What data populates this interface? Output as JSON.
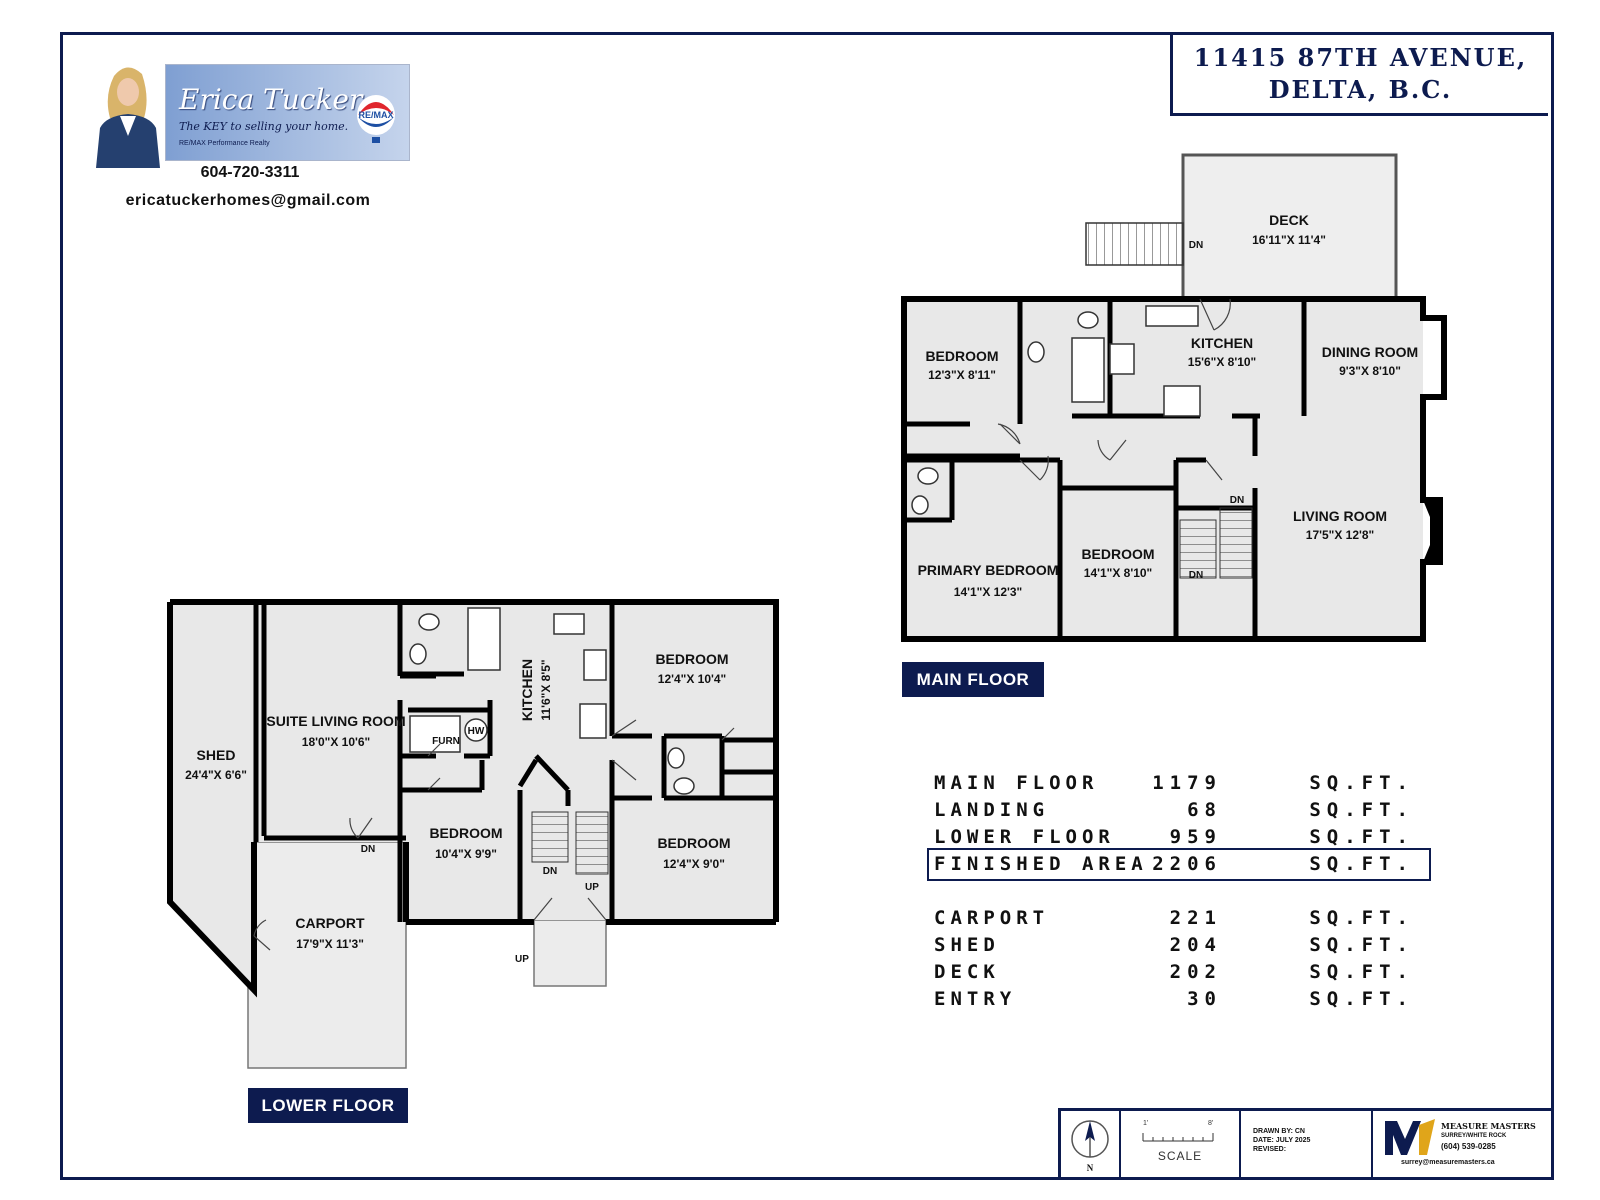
{
  "property": {
    "address_line1": "11415 87TH AVENUE,",
    "address_line2": "DELTA, B.C."
  },
  "agent": {
    "name": "Erica Tucker",
    "tagline": "The KEY to selling your home.",
    "brokerage": "RE/MAX Performance Realty",
    "logo_text": "RE/MAX",
    "phone": "604-720-3311",
    "email": "ericatuckerhomes@gmail.com"
  },
  "main_floor": {
    "label": "MAIN FLOOR",
    "rooms": [
      {
        "name": "DECK",
        "dims": "16'11\"X 11'4\""
      },
      {
        "name": "BEDROOM",
        "dims": "12'3\"X 8'11\""
      },
      {
        "name": "KITCHEN",
        "dims": "15'6\"X 8'10\""
      },
      {
        "name": "DINING ROOM",
        "dims": "9'3\"X 8'10\""
      },
      {
        "name": "LIVING ROOM",
        "dims": "17'5\"X 12'8\""
      },
      {
        "name": "PRIMARY BEDROOM",
        "dims": "14'1\"X 12'3\""
      },
      {
        "name": "BEDROOM",
        "dims": "14'1\"X 8'10\""
      }
    ],
    "markers": [
      "DN",
      "DN",
      "DN"
    ]
  },
  "lower_floor": {
    "label": "LOWER FLOOR",
    "rooms": [
      {
        "name": "SHED",
        "dims": "24'4\"X 6'6\""
      },
      {
        "name": "SUITE LIVING ROOM",
        "dims": "18'0\"X 10'6\""
      },
      {
        "name": "KITCHEN",
        "dims": "11'6\"X 8'5\""
      },
      {
        "name": "BEDROOM",
        "dims": "12'4\"X 10'4\""
      },
      {
        "name": "BEDROOM",
        "dims": "10'4\"X 9'9\""
      },
      {
        "name": "BEDROOM",
        "dims": "12'4\"X 9'0\""
      },
      {
        "name": "CARPORT",
        "dims": "17'9\"X 11'3\""
      }
    ],
    "fixtures": [
      "FURN",
      "HW"
    ],
    "markers": [
      "DN",
      "DN",
      "UP",
      "UP"
    ]
  },
  "areas": [
    {
      "name": "MAIN FLOOR",
      "value": "1179",
      "unit": "SQ.FT."
    },
    {
      "name": "LANDING",
      "value": "68",
      "unit": "SQ.FT."
    },
    {
      "name": "LOWER FLOOR",
      "value": "959",
      "unit": "SQ.FT."
    },
    {
      "name": "FINISHED AREA",
      "value": "2206",
      "unit": "SQ.FT."
    },
    {
      "name": "CARPORT",
      "value": "221",
      "unit": "SQ.FT."
    },
    {
      "name": "SHED",
      "value": "204",
      "unit": "SQ.FT."
    },
    {
      "name": "DECK",
      "value": "202",
      "unit": "SQ.FT."
    },
    {
      "name": "ENTRY",
      "value": "30",
      "unit": "SQ.FT."
    }
  ],
  "footer": {
    "compass_letter": "N",
    "scale_label": "SCALE",
    "scale_min": "1'",
    "scale_max": "8'",
    "drawn_by": "DRAWN BY: CN",
    "date": "DATE: JULY 2025",
    "revised": "REVISED:",
    "firm_name": "MEASURE MASTERS",
    "firm_city": "SURREY/WHITE ROCK",
    "firm_phone": "(604) 539-0285",
    "firm_email": "surrey@measuremasters.ca"
  },
  "colors": {
    "navy": "#0d1b4f",
    "wall": "#000000",
    "room_fill": "#e8e8e8",
    "deck_fill": "#eeeeee"
  }
}
